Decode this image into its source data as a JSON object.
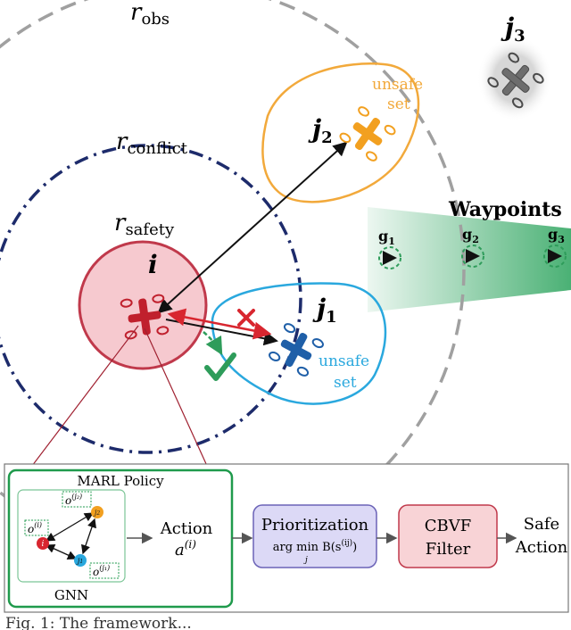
{
  "radii": {
    "obs": {
      "symbol": "r",
      "subscript": "obs"
    },
    "conflict": {
      "symbol": "r",
      "subscript": "conflict"
    },
    "safety": {
      "symbol": "r",
      "subscript": "safety"
    }
  },
  "agents": {
    "i": "i",
    "j1": {
      "base": "j",
      "sub": "1"
    },
    "j2": {
      "base": "j",
      "sub": "2"
    },
    "j3": {
      "base": "j",
      "sub": "3"
    }
  },
  "unsafe_set_j2": [
    "unsafe",
    "set"
  ],
  "unsafe_set_j1": [
    "unsafe",
    "set"
  ],
  "waypoints": {
    "title": "Waypoints",
    "labels": [
      {
        "base": "g",
        "sub": "1"
      },
      {
        "base": "g",
        "sub": "2"
      },
      {
        "base": "g",
        "sub": "3"
      }
    ]
  },
  "pipeline": {
    "marl_title": "MARL Policy",
    "gnn_label": "GNN",
    "gnn_nodes": [
      "i",
      "j",
      "j"
    ],
    "gnn_node_subs": [
      "",
      "2",
      "1"
    ],
    "obs_labels": [
      {
        "base": "o",
        "sup": "(i)"
      },
      {
        "base": "o",
        "sup": "(j₂)"
      },
      {
        "base": "o",
        "sup": "(j₁)"
      }
    ],
    "action_label": "Action",
    "action_symbol": {
      "base": "a",
      "sup": "(i)"
    },
    "prioritization_title": "Prioritization",
    "prioritization_formula": "arg min B(s",
    "prioritization_formula_sup": "(ij)",
    "prioritization_formula_close": ")",
    "prioritization_formula_sub": "j",
    "cbvf_line1": "CBVF",
    "cbvf_line2": "Filter",
    "safe_action_line1": "Safe",
    "safe_action_line2": "Action"
  },
  "caption": "Fig. 1:  The framework...",
  "colors": {
    "safety_fill": "#f6c9cf",
    "safety_stroke": "#c0394b",
    "conflict_stroke": "#1d2b6b",
    "obs_stroke": "#a0a0a0",
    "unsafe_orange": "#f2a93b",
    "unsafe_blue": "#2aa8de",
    "waypoint_green": "#2e9c5a",
    "agent_red": "#c0202d",
    "agent_blue": "#1f5fa8",
    "agent_orange": "#f2a020",
    "agent_gray": "#6d6d6d",
    "marl_green": "#1f9a4c",
    "prior_fill": "#dcd9f6",
    "prior_stroke": "#6b63b7",
    "cbvf_fill": "#f8d3d6",
    "cbvf_stroke": "#c0394b"
  },
  "icons": [
    "drone-icon",
    "check-icon",
    "cross-icon",
    "waypoint-arrow-icon"
  ]
}
